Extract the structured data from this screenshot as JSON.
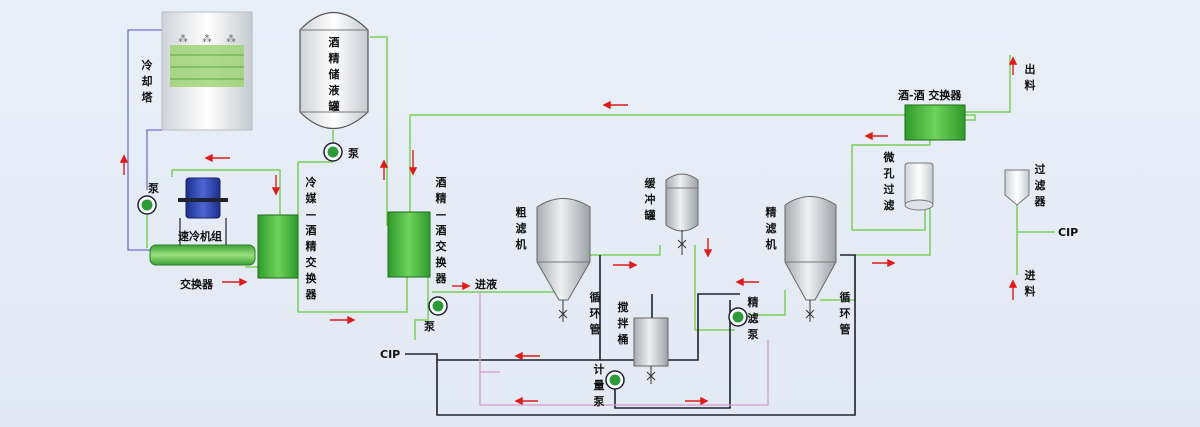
{
  "labels": {
    "cooling_tower": "冷却塔",
    "pump": "泵",
    "chiller": "速冷机组",
    "exchanger": "交换器",
    "alcohol_tank": "酒精储液罐",
    "pump_top": "泵",
    "coolant_alcohol_hx": "冷媒—酒精交换器",
    "alcohol_wine_hx": "酒精—酒交换器",
    "pump_mid": "泵",
    "inlet": "进液",
    "cip_left": "CIP",
    "coarse_filter": "粗滤机",
    "circ_pipe_1": "循环管",
    "buffer_tank": "缓冲罐",
    "stir_tank": "搅拌桶",
    "metering_pump": "计量泵",
    "fine_filter": "精滤机",
    "fine_filter_pump": "精滤泵",
    "circ_pipe_2": "循环管",
    "wine_wine_hx": "酒-酒  交换器",
    "micro_filter": "微孔过滤",
    "filter": "过滤器",
    "outlet": "出料",
    "cip_right": "CIP",
    "feed": "进料"
  },
  "colors": {
    "pipe_green": "#7ccf5a",
    "pipe_blue": "#6f72c9",
    "pipe_dark": "#1e2230",
    "pipe_pink": "#d59ad0",
    "arrow_red": "#e01b1b",
    "hx_green": "#3fae33",
    "tank_gray": "#c9cccf",
    "pump_green": "#2f9a3a"
  }
}
